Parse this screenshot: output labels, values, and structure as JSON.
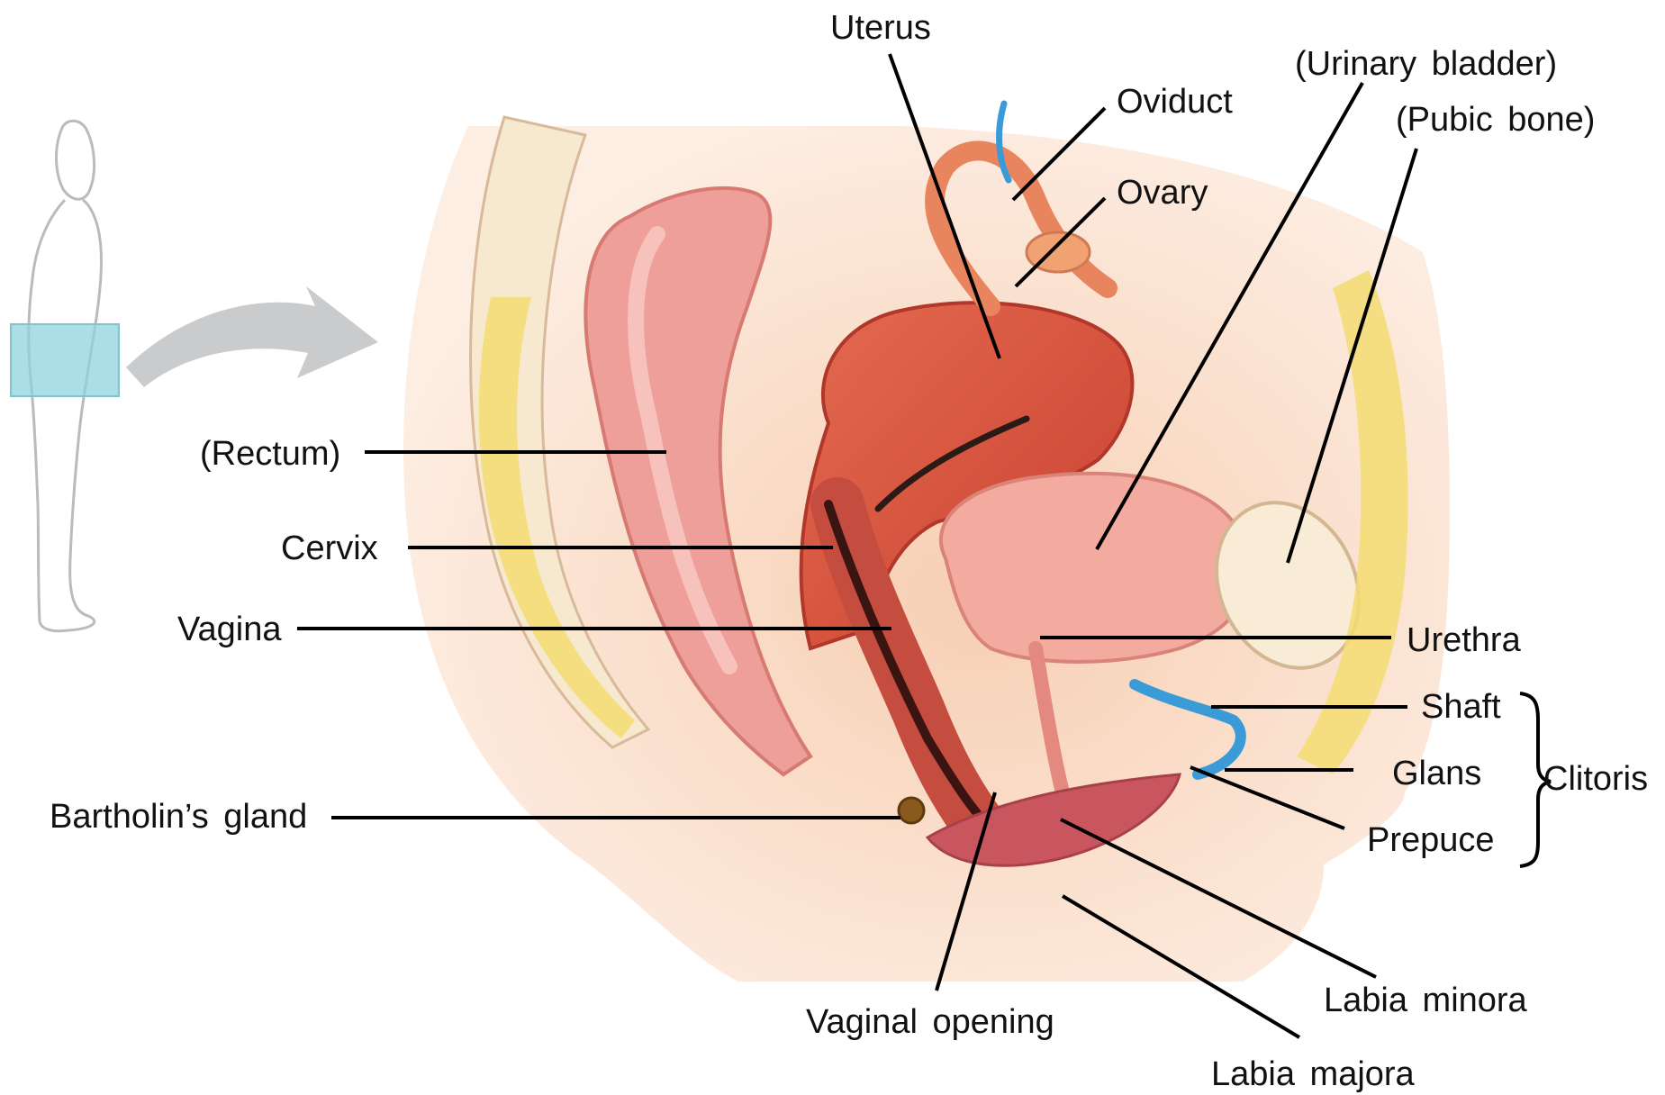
{
  "labels": {
    "uterus": "Uterus",
    "oviduct": "Oviduct",
    "ovary": "Ovary",
    "urinary_bladder": "(Urinary bladder)",
    "pubic_bone": "(Pubic bone)",
    "rectum": "(Rectum)",
    "cervix": "Cervix",
    "vagina": "Vagina",
    "urethra": "Urethra",
    "shaft": "Shaft",
    "glans": "Glans",
    "clitoris": "Clitoris",
    "prepuce": "Prepuce",
    "bartholins_gland": "Bartholin’s gland",
    "vaginal_opening": "Vaginal opening",
    "labia_minora": "Labia minora",
    "labia_majora": "Labia majora"
  },
  "colors": {
    "skin_light": "#fbe3cf",
    "skin_mid": "#f4c4a6",
    "uterus": "#d9523d",
    "mucosa_pink": "#ef9f9a",
    "fat_yellow": "#f3dc72",
    "locator_box": "#8fd3dc",
    "arrow_gray": "#c7c9cb",
    "leader_line": "#000000",
    "cartilage_blue": "#3a9bd6"
  }
}
